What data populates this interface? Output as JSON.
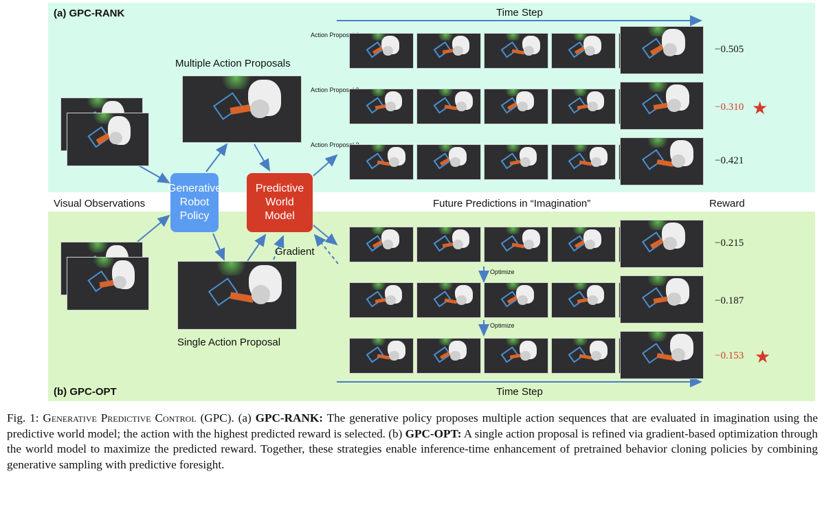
{
  "panel_a": {
    "title": "(a) GPC-RANK"
  },
  "panel_b": {
    "title": "(b) GPC-OPT"
  },
  "labels": {
    "time_step_top": "Time Step",
    "time_step_bottom": "Time Step",
    "multiple_proposals": "Multiple Action Proposals",
    "single_proposal": "Single Action Proposal",
    "visual_observations": "Visual Observations",
    "future_predictions": "Future Predictions in “Imagination”",
    "reward": "Reward",
    "gradient": "Gradient",
    "optimize_1": "Optimize",
    "optimize_2": "Optimize"
  },
  "boxes": {
    "policy": "Generative Robot Policy",
    "world_model": "Predictive World Model"
  },
  "proposals": [
    {
      "label": "Action Proposal 1",
      "reward": "−0.505",
      "best": false
    },
    {
      "label": "Action Proposal 2",
      "reward": "−0.310",
      "best": true
    },
    {
      "label": "Action Proposal 3",
      "reward": "−0.421",
      "best": false
    }
  ],
  "opt_rows": [
    {
      "reward": "−0.215",
      "best": false
    },
    {
      "reward": "−0.187",
      "best": false
    },
    {
      "reward": "−0.153",
      "best": true
    }
  ],
  "caption": {
    "fig": "Fig. 1: ",
    "title_sc": "Generative Predictive Control",
    "abbr": " (GPC). (a) ",
    "rank_bold": "GPC-RANK:",
    "rank_text": " The generative policy proposes multiple action sequences that are evaluated in imagination using the predictive world model; the action with the highest predicted reward is selected. (b) ",
    "opt_bold": "GPC-OPT:",
    "opt_text": " A single action proposal is refined via gradient-based optimization through the world model to maximize the predicted reward. Together, these strategies enable inference-time enhancement of pretrained behavior cloning policies by combining generative sampling with predictive foresight."
  },
  "colors": {
    "panel_a_bg": "#d6fbec",
    "panel_b_bg": "#dcf5c6",
    "policy_box": "#5b9cf2",
    "world_model_box": "#d43b27",
    "arrow": "#4a7ec4",
    "best_reward": "#d33a2c"
  }
}
